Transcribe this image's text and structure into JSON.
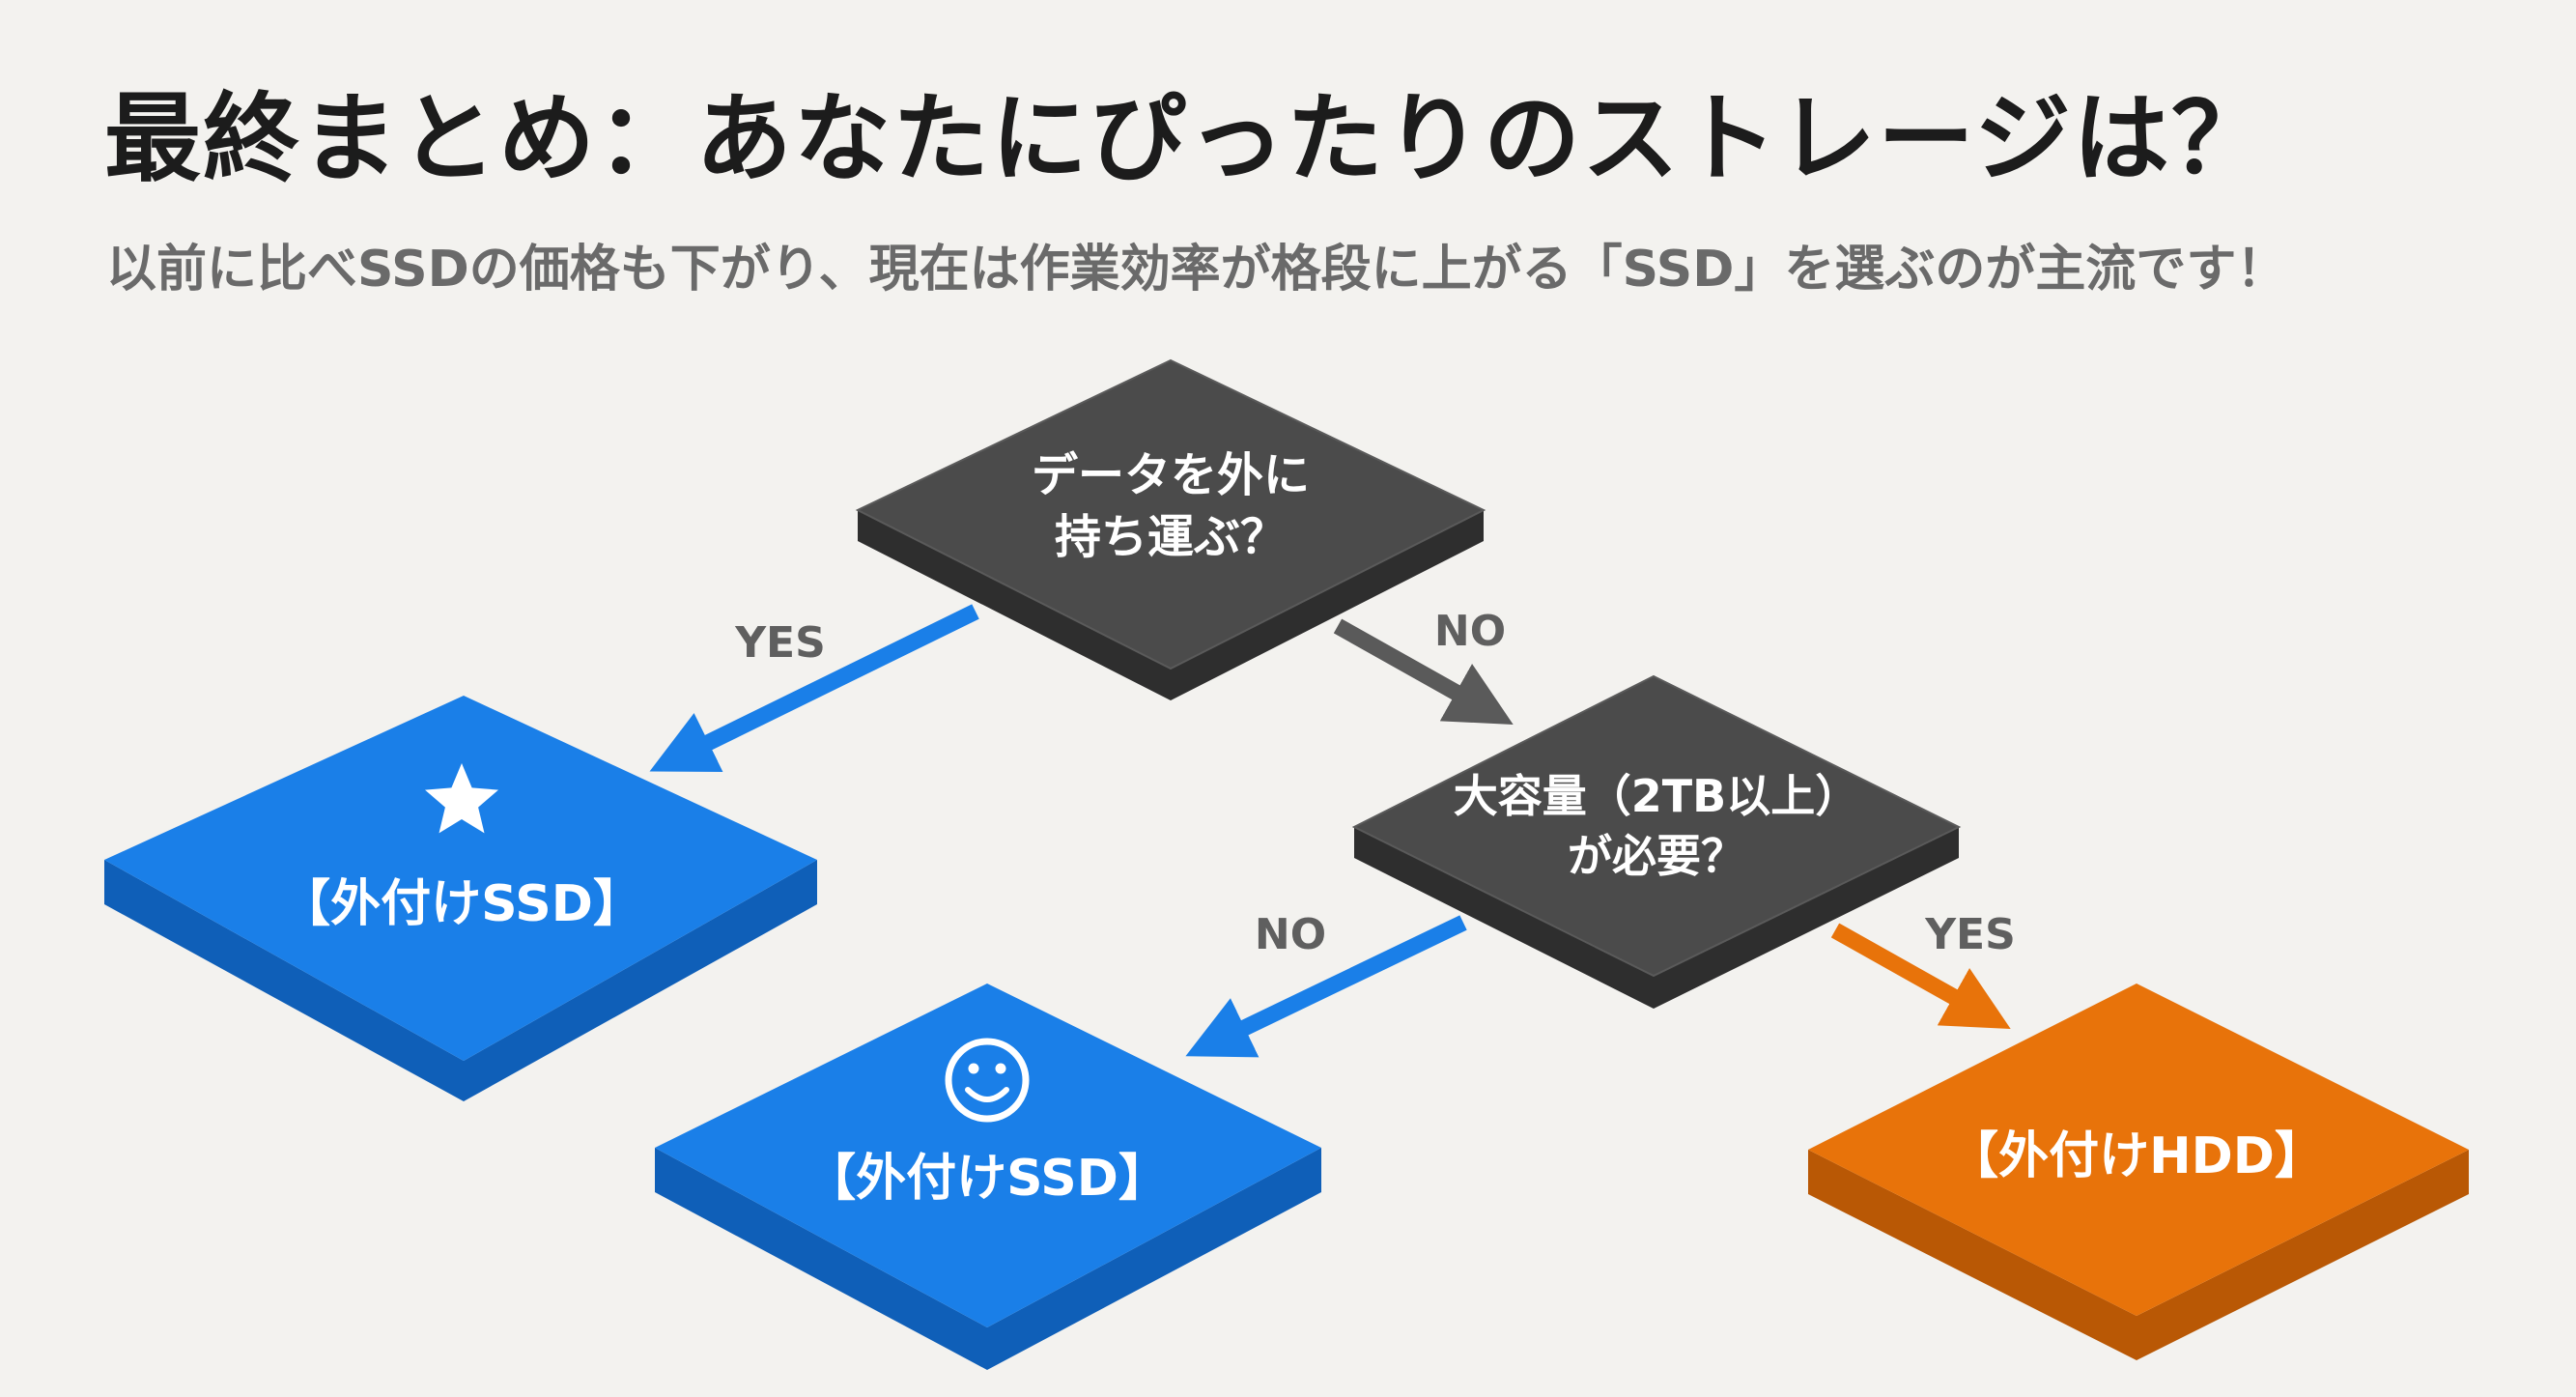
{
  "header": {
    "title": "最終まとめ：あなたにぴったりのストレージは？",
    "subtitle": "以前に比べSSDの価格も下がり、現在は作業効率が格段に上がる「SSD」を選ぶのが主流です！"
  },
  "flowchart": {
    "q1": {
      "line1": "データを外に",
      "line2": "持ち運ぶ？"
    },
    "q2": {
      "line1": "大容量（2TB以上）",
      "line2": "が必要？"
    },
    "results": {
      "portable_ssd": {
        "label": "【外付けSSD】",
        "icon": "star-icon"
      },
      "desktop_ssd": {
        "label": "【外付けSSD】",
        "icon": "smiley-icon"
      },
      "hdd": {
        "label": "【外付けHDD】"
      }
    },
    "edges": {
      "q1_yes": "YES",
      "q1_no": "NO",
      "q2_no": "NO",
      "q2_yes": "YES"
    }
  },
  "colors": {
    "decision": "#4b4b4b",
    "decision_side": "#2e2e2e",
    "ssd": "#1a7fe8",
    "ssd_side": "#0f5fb8",
    "hdd": "#e8730a",
    "hdd_side": "#b95805",
    "gray_arrow": "#5a5a5a",
    "background": "#f3f2ef"
  }
}
